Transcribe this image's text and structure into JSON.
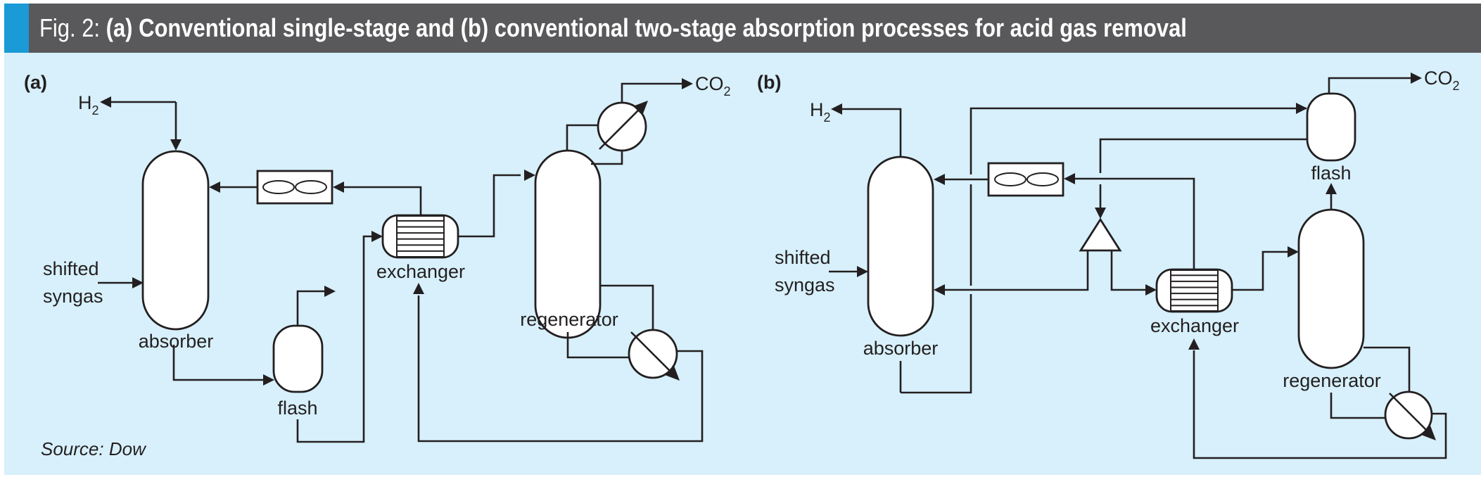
{
  "figure": {
    "number_label": "Fig. 2:",
    "title": "(a) Conventional single-stage and (b) conventional two-stage absorption processes for acid gas removal",
    "colors": {
      "header_bg": "#59585a",
      "accent": "#1a9ad6",
      "panel_bg": "#d7f0fb",
      "line": "#231f20",
      "equipment_fill": "#ffffff"
    },
    "source": "Source: Dow"
  },
  "panel_a": {
    "label": "(a)",
    "h2_label": "H",
    "h2_sub": "2",
    "co2_label": "CO",
    "co2_sub": "2",
    "feed_line1": "shifted",
    "feed_line2": "syngas",
    "absorber": "absorber",
    "flash": "flash",
    "exchanger": "exchanger",
    "regenerator": "regenerator"
  },
  "panel_b": {
    "label": "(b)",
    "h2_label": "H",
    "h2_sub": "2",
    "co2_label": "CO",
    "co2_sub": "2",
    "feed_line1": "shifted",
    "feed_line2": "syngas",
    "absorber": "absorber",
    "flash": "flash",
    "exchanger": "exchanger",
    "regenerator": "regenerator"
  }
}
